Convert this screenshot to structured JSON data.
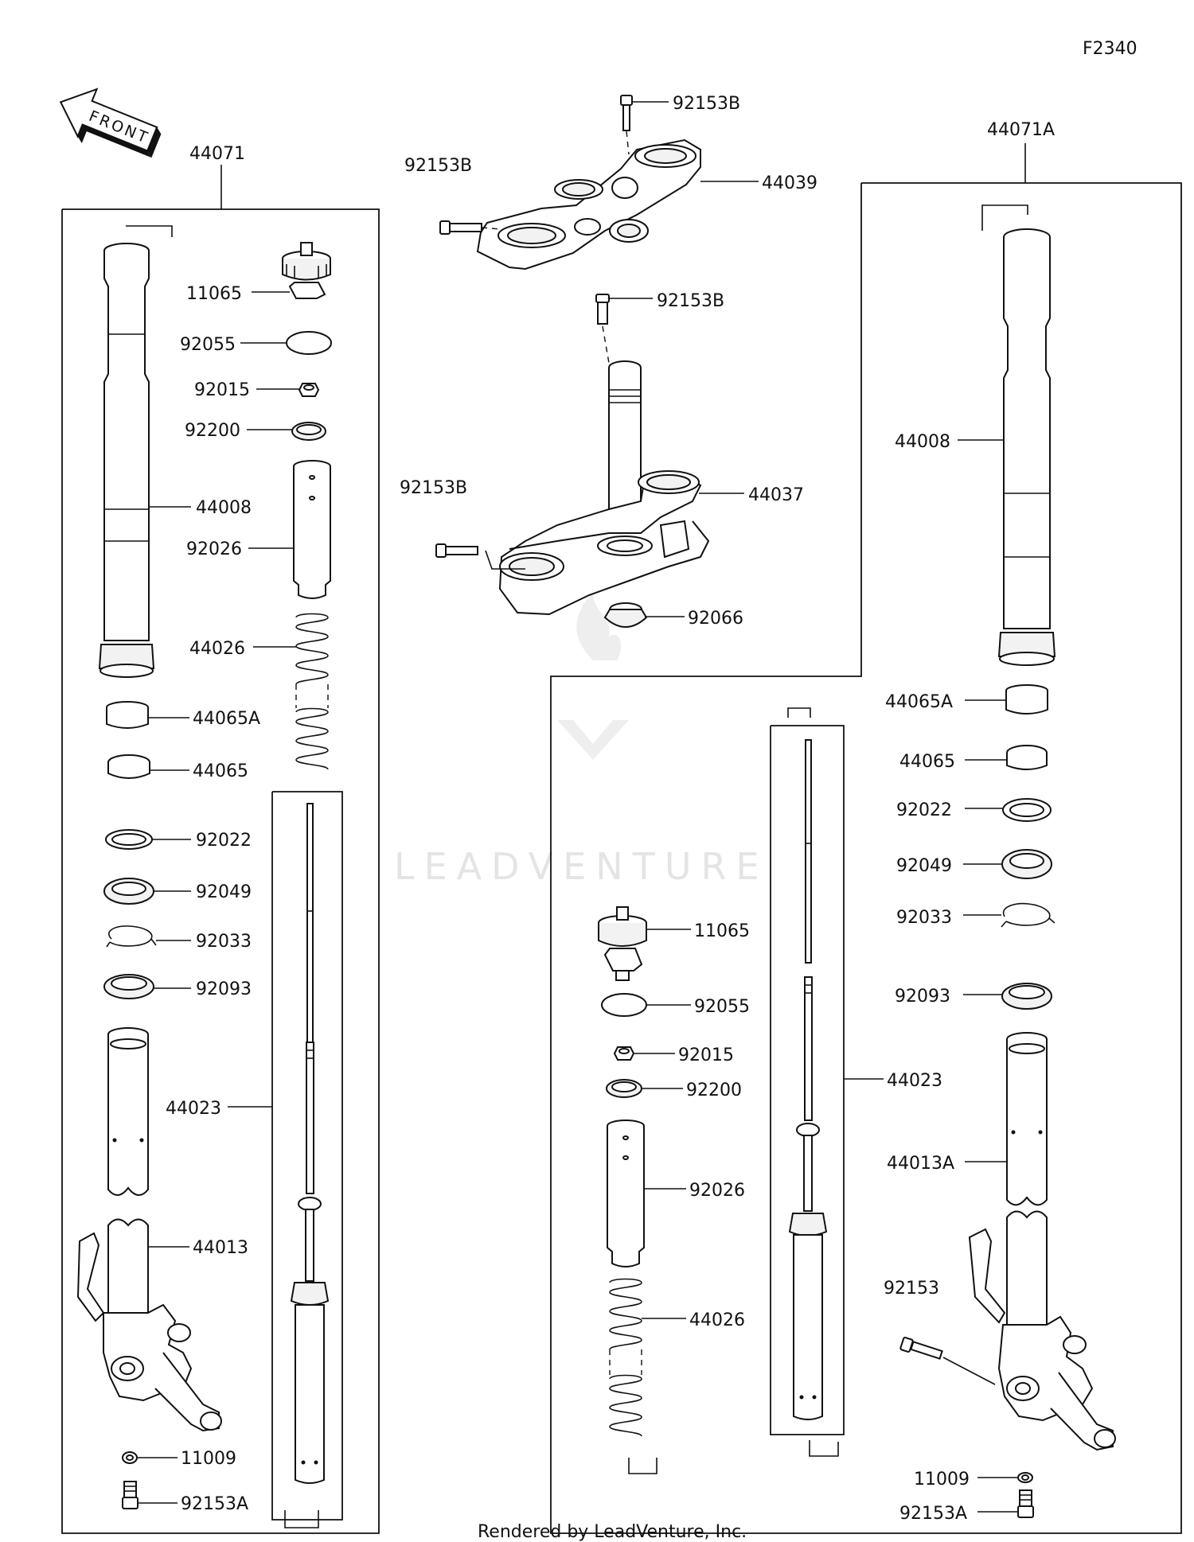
{
  "diagram_code": "F2340",
  "front_arrow": "FRONT",
  "watermark": "LEADVENTURE",
  "footer": "Rendered by LeadVenture, Inc.",
  "labels": {
    "top_92153b_a": "92153B",
    "top_92153b_b": "92153B",
    "top_44039": "44039",
    "mid_92153b_a": "92153B",
    "mid_92153b_b": "92153B",
    "mid_44037": "44037",
    "mid_92066": "92066",
    "left_44071": "44071",
    "left_11065": "11065",
    "left_92055": "92055",
    "left_92015": "92015",
    "left_92200": "92200",
    "left_44008": "44008",
    "left_92026": "92026",
    "left_44026": "44026",
    "left_44065a": "44065A",
    "left_44065": "44065",
    "left_92022": "92022",
    "left_92049": "92049",
    "left_92033": "92033",
    "left_92093": "92093",
    "left_44023": "44023",
    "left_44013": "44013",
    "left_11009": "11009",
    "left_92153a": "92153A",
    "right_44071a": "44071A",
    "right_44008": "44008",
    "right_44065a": "44065A",
    "right_44065": "44065",
    "right_92022": "92022",
    "right_92049": "92049",
    "right_92033": "92033",
    "right_11065": "11065",
    "right_92055": "92055",
    "right_92015": "92015",
    "right_92200": "92200",
    "right_92093": "92093",
    "right_44023": "44023",
    "right_44013a": "44013A",
    "right_92026": "92026",
    "right_44026": "44026",
    "right_92153": "92153",
    "right_11009": "11009",
    "right_92153a": "92153A"
  }
}
